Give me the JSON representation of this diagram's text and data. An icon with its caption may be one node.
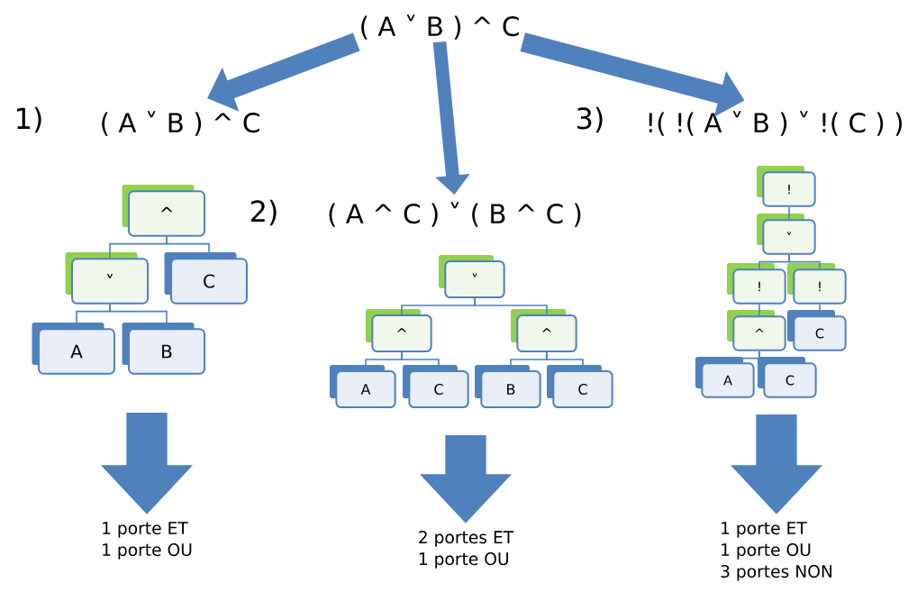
{
  "diagram": {
    "labels": [
      "1)",
      "2)",
      "3)"
    ],
    "nodes": [
      {
        "text": [
          "( A ˅ B ) ^ C"
        ]
      },
      {
        "text": [
          "( A ˅ B ) ^ C"
        ]
      },
      {
        "text": [
          "( A ^ C ) ˅ (  B ^ C )"
        ]
      },
      {
        "text": [
          "!( !( A ˅ B ) ˅ !( C ) )"
        ]
      },
      {
        "text": [
          "^"
        ]
      },
      {
        "text": [
          "˅"
        ]
      },
      {
        "text": [
          "C"
        ]
      },
      {
        "text": [
          "A"
        ]
      },
      {
        "text": [
          "B"
        ]
      },
      {
        "text": [
          "˅"
        ]
      },
      {
        "text": [
          "^"
        ]
      },
      {
        "text": [
          "^"
        ]
      },
      {
        "text": [
          "A"
        ]
      },
      {
        "text": [
          "C"
        ]
      },
      {
        "text": [
          "B"
        ]
      },
      {
        "text": [
          "C"
        ]
      },
      {
        "text": [
          "!"
        ]
      },
      {
        "text": [
          "˅"
        ]
      },
      {
        "text": [
          "!"
        ]
      },
      {
        "text": [
          "!"
        ]
      },
      {
        "text": [
          "^"
        ]
      },
      {
        "text": [
          "C"
        ]
      },
      {
        "text": [
          "A"
        ]
      },
      {
        "text": [
          "C"
        ]
      },
      {
        "text": [
          "1 porte ET",
          "1 porte OU"
        ]
      },
      {
        "text": [
          "2 portes ET",
          "1 porte OU"
        ]
      },
      {
        "text": [
          "1 porte ET",
          "1 porte OU",
          "3 portes NON"
        ]
      }
    ],
    "edges": [
      {
        "from": 0,
        "to": 1,
        "arrow": "to",
        "style": "thick"
      },
      {
        "from": 0,
        "to": 2,
        "arrow": "to",
        "style": "thick"
      },
      {
        "from": 0,
        "to": 3,
        "arrow": "to",
        "style": "thick"
      },
      {
        "from": 4,
        "to": 5,
        "arrow": "none"
      },
      {
        "from": 4,
        "to": 6,
        "arrow": "none"
      },
      {
        "from": 5,
        "to": 7,
        "arrow": "none"
      },
      {
        "from": 5,
        "to": 8,
        "arrow": "none"
      },
      {
        "from": 9,
        "to": 10,
        "arrow": "none"
      },
      {
        "from": 9,
        "to": 11,
        "arrow": "none"
      },
      {
        "from": 10,
        "to": 12,
        "arrow": "none"
      },
      {
        "from": 10,
        "to": 13,
        "arrow": "none"
      },
      {
        "from": 11,
        "to": 14,
        "arrow": "none"
      },
      {
        "from": 11,
        "to": 15,
        "arrow": "none"
      },
      {
        "from": 16,
        "to": 17,
        "arrow": "none"
      },
      {
        "from": 17,
        "to": 18,
        "arrow": "none"
      },
      {
        "from": 17,
        "to": 19,
        "arrow": "none"
      },
      {
        "from": 18,
        "to": 20,
        "arrow": "none"
      },
      {
        "from": 19,
        "to": 21,
        "arrow": "none"
      },
      {
        "from": 20,
        "to": 22,
        "arrow": "none"
      },
      {
        "from": 20,
        "to": 23,
        "arrow": "none"
      },
      {
        "from": null,
        "to": 24,
        "arrow": "to",
        "style": "thick"
      },
      {
        "from": null,
        "to": 25,
        "arrow": "to",
        "style": "thick"
      },
      {
        "from": null,
        "to": 26,
        "arrow": "to",
        "style": "thick"
      }
    ]
  }
}
